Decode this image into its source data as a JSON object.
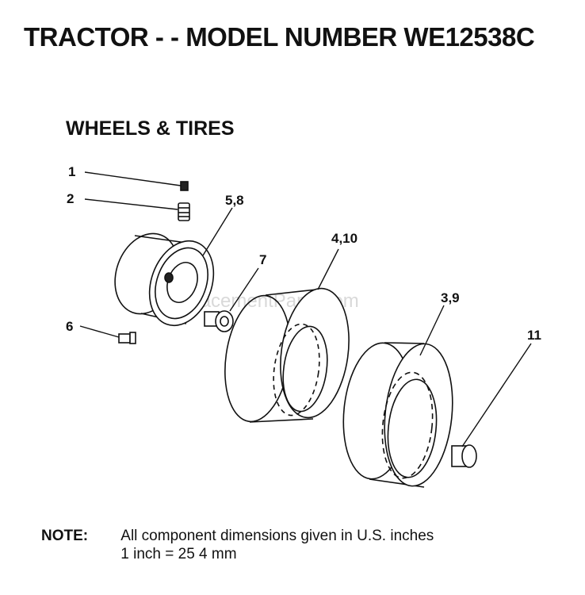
{
  "title": "TRACTOR - - MODEL NUMBER WE12538C",
  "section": "WHEELS & TIRES",
  "watermark": "eReplacementParts.com",
  "callouts": [
    "1",
    "2",
    "5,8",
    "7",
    "4,10",
    "3,9",
    "6",
    "11"
  ],
  "note": {
    "label": "NOTE:",
    "line1": "All component dimensions given in U.S. inches",
    "line2": "1 inch = 25 4 mm"
  }
}
